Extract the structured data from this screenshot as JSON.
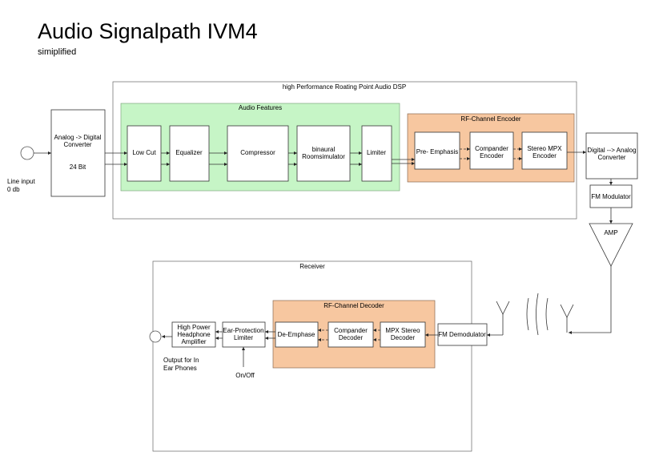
{
  "title": "Audio Signalpath IVM4",
  "subtitle": "simiplified",
  "dsp": {
    "label": "high Performance Roating Point Audio DSP",
    "features_label": "Audio Features",
    "rf_encoder_label": "RF-Channel Encoder"
  },
  "input": {
    "line1": "Line input",
    "line2": "0 db"
  },
  "adc": {
    "line1": "Analog -> Digital",
    "line2": "Converter",
    "line3": "24 Bit"
  },
  "blocks": {
    "low_cut": "Low Cut",
    "equalizer": "Equalizer",
    "compressor": "Compressor",
    "binaural_1": "binaural",
    "binaural_2": "Roomsimulator",
    "limiter": "Limiter",
    "pre_emphasis": "Pre- Emphasis",
    "compander_enc_1": "Compander",
    "compander_enc_2": "Encoder",
    "stereo_mpx_1": "Stereo MPX",
    "stereo_mpx_2": "Encoder",
    "dac_1": "Digital --> Analog",
    "dac_2": "Converter",
    "fm_modulator": "FM Modulator",
    "amp": "AMP"
  },
  "receiver": {
    "label": "Receiver",
    "rf_decoder_label": "RF-Channel Decoder",
    "fm_demod": "FM Demodulator",
    "mpx_dec_1": "MPX Stereo",
    "mpx_dec_2": "Decoder",
    "compander_dec_1": "Compander",
    "compander_dec_2": "Decoder",
    "de_emphase": "De-Emphase",
    "ear_prot_1": "Ear-Protection",
    "ear_prot_2": "Limiter",
    "onoff": "On/Off",
    "hp_amp_1": "High Power",
    "hp_amp_2": "Headphone",
    "hp_amp_3": "Amplifier",
    "output_1": "Output for In",
    "output_2": "Ear Phones"
  }
}
